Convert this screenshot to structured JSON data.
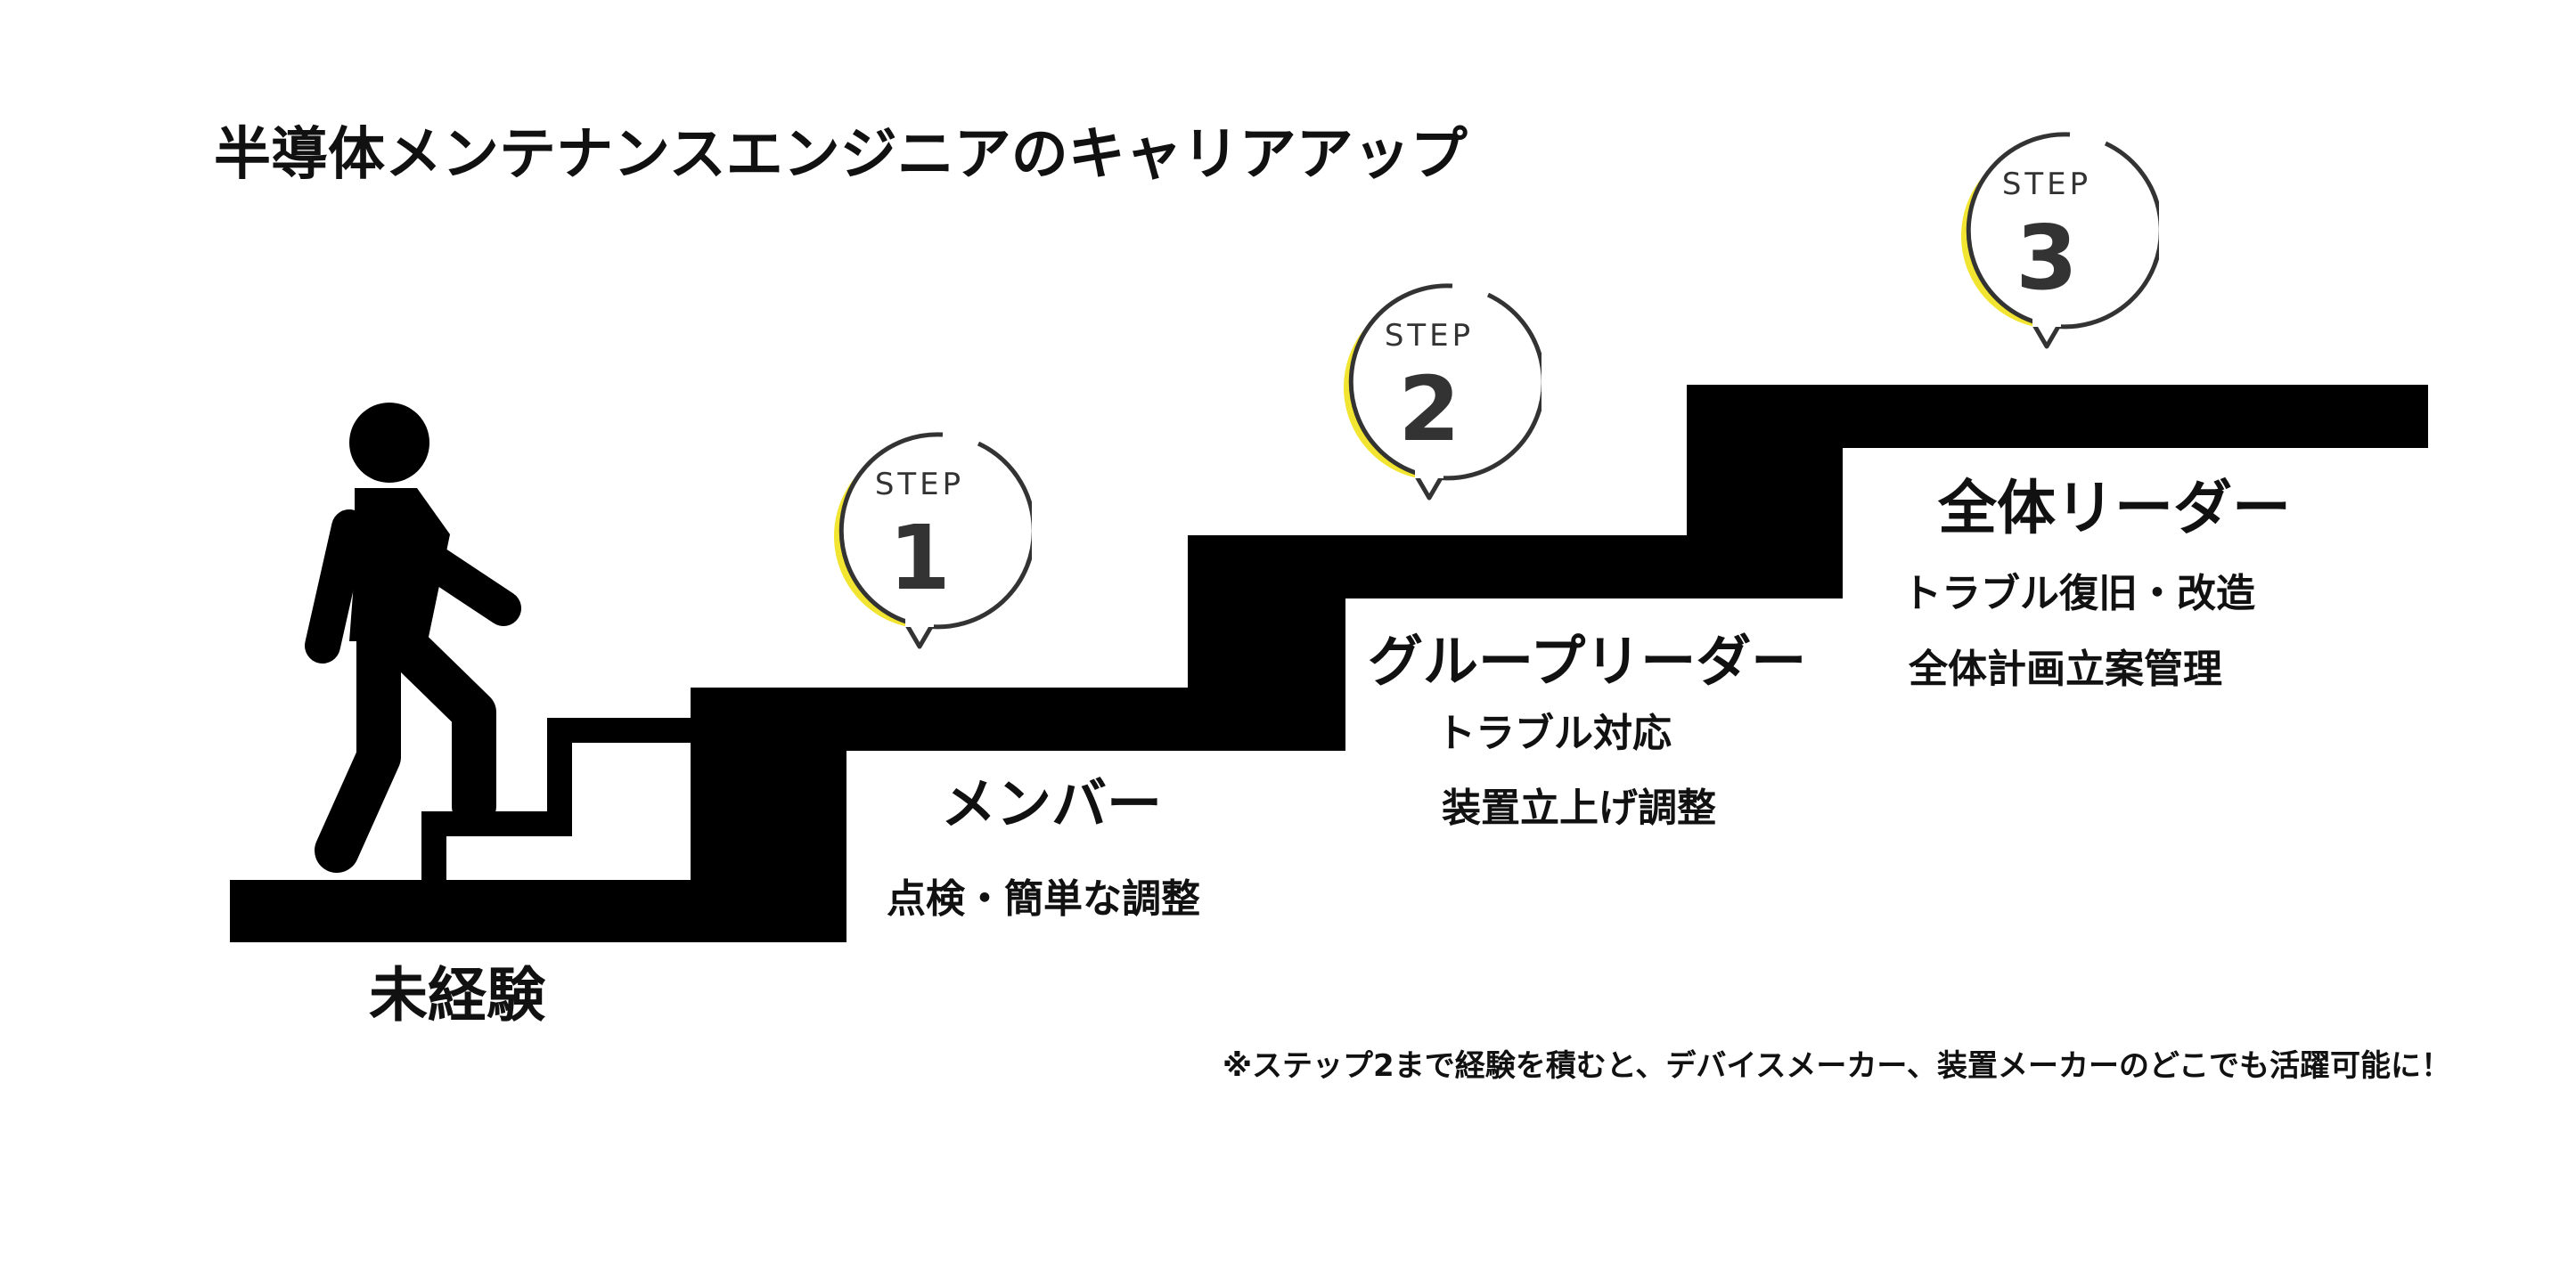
{
  "title": "半導体メンテナンスエンジニアのキャリアアップ",
  "stages": [
    {
      "level": "未経験",
      "duties": []
    },
    {
      "step_label": "STEP",
      "step_number": "1",
      "level": "メンバー",
      "duties": [
        "点検・簡単な調整"
      ]
    },
    {
      "step_label": "STEP",
      "step_number": "2",
      "level": "グループリーダー",
      "duties": [
        "トラブル対応",
        "装置立上げ調整"
      ]
    },
    {
      "step_label": "STEP",
      "step_number": "3",
      "level": "全体リーダー",
      "duties": [
        "トラブル復旧・改造",
        "全体計画立案管理"
      ]
    }
  ],
  "note": "※ステップ2まで経験を積むと、デバイスメーカー、装置メーカーのどこでも活躍可能に！",
  "colors": {
    "stairs": "#000000",
    "accent": "#f2e531",
    "badge_outline": "#333333",
    "text": "#111111"
  },
  "icons": {
    "figure": "person-walking-upstairs-icon",
    "badge": "speech-bubble-icon"
  }
}
